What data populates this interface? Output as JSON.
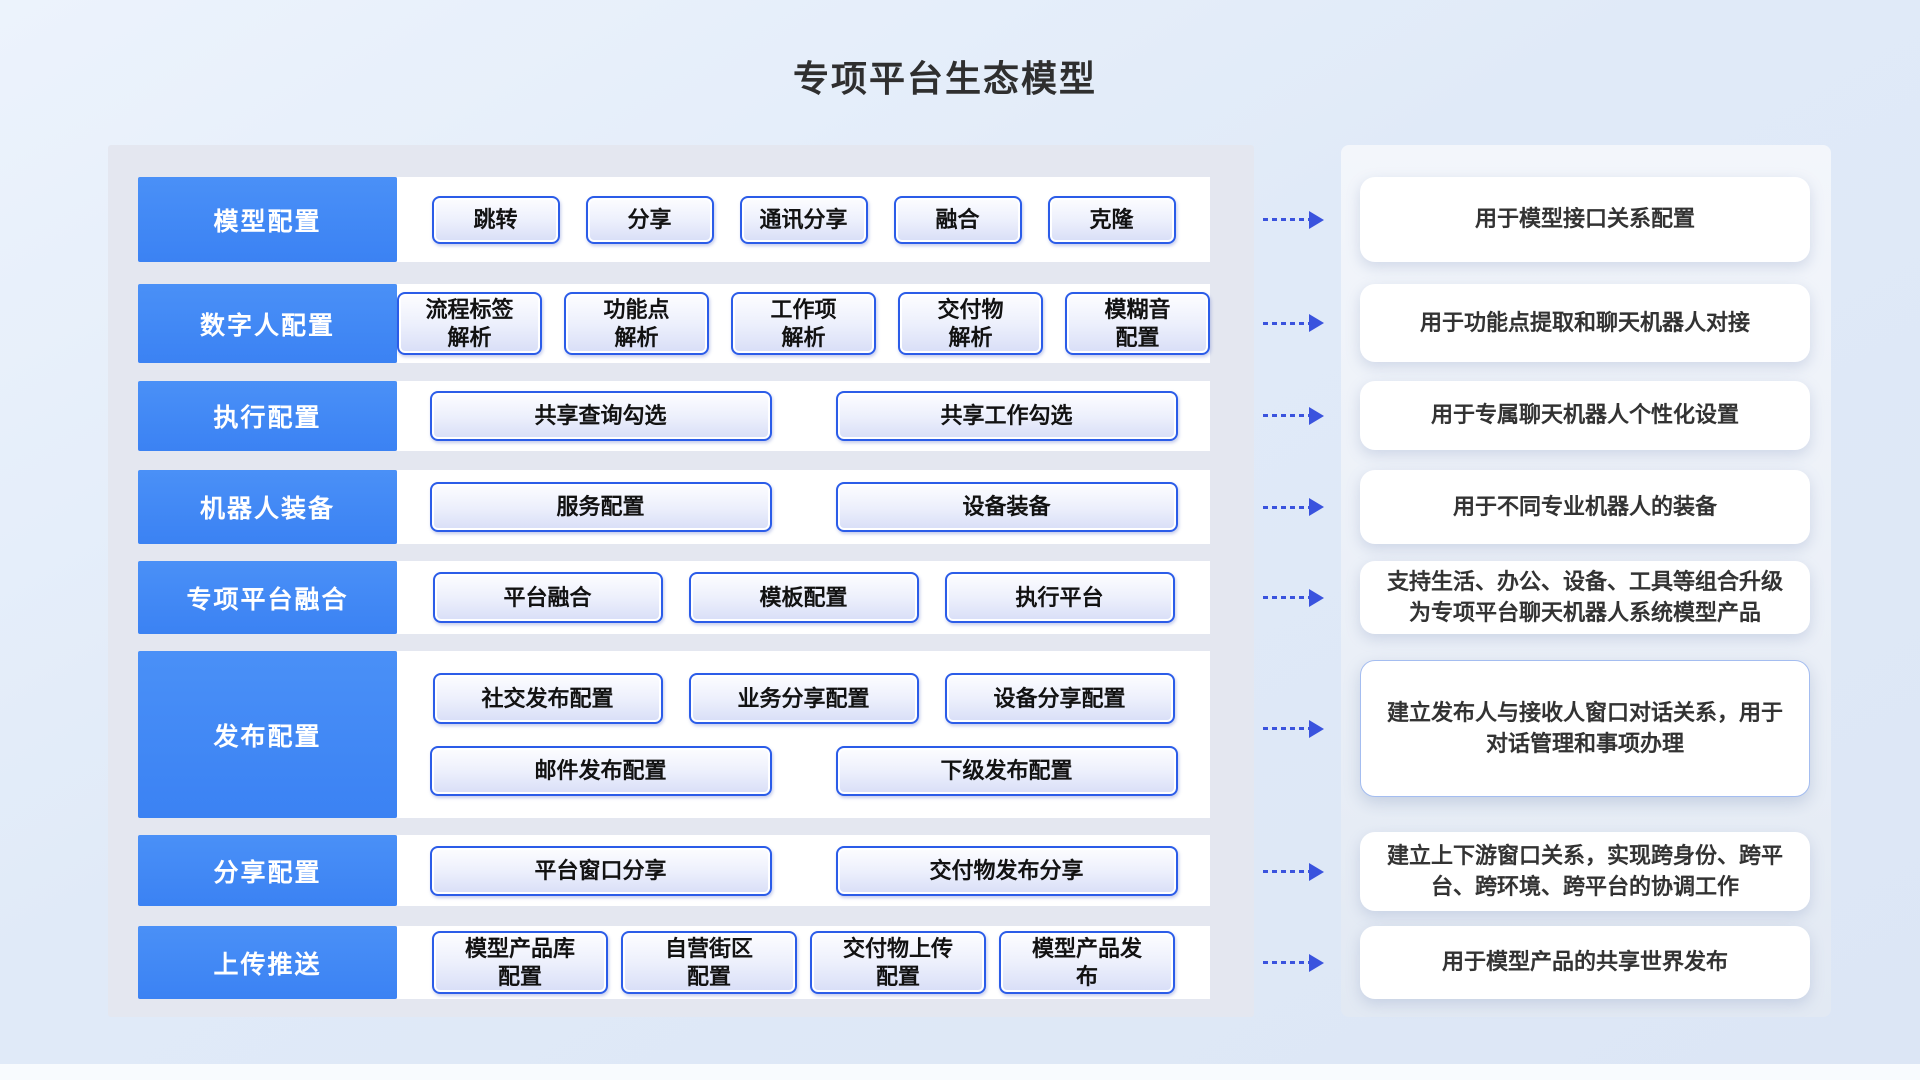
{
  "title": "专项平台生态模型",
  "colors": {
    "accent_blue": "#3b82f3",
    "button_border_blue": "#2b5ce8",
    "arrow_blue": "#3a53de",
    "panel_gray": "#e4e7f0"
  },
  "rows": [
    {
      "label": "模型配置",
      "lines": [
        [
          "跳转",
          "分享",
          "通讯分享",
          "融合",
          "克隆"
        ]
      ],
      "description": "用于模型接口关系配置"
    },
    {
      "label": "数字人配置",
      "lines": [
        [
          "流程标签\n解析",
          "功能点\n解析",
          "工作项\n解析",
          "交付物\n解析",
          "模糊音\n配置"
        ]
      ],
      "description": "用于功能点提取和聊天机器人对接"
    },
    {
      "label": "执行配置",
      "lines": [
        [
          "共享查询勾选",
          "共享工作勾选"
        ]
      ],
      "description": "用于专属聊天机器人个性化设置"
    },
    {
      "label": "机器人装备",
      "lines": [
        [
          "服务配置",
          "设备装备"
        ]
      ],
      "description": "用于不同专业机器人的装备"
    },
    {
      "label": "专项平台融合",
      "lines": [
        [
          "平台融合",
          "模板配置",
          "执行平台"
        ]
      ],
      "description": "支持生活、办公、设备、工具等组合升级为专项平台聊天机器人系统模型产品"
    },
    {
      "label": "发布配置",
      "lines": [
        [
          "社交发布配置",
          "业务分享配置",
          "设备分享配置"
        ],
        [
          "邮件发布配置",
          "下级发布配置"
        ]
      ],
      "description": "建立发布人与接收人窗口对话关系，用于对话管理和事项办理"
    },
    {
      "label": "分享配置",
      "lines": [
        [
          "平台窗口分享",
          "交付物发布分享"
        ]
      ],
      "description": "建立上下游窗口关系，实现跨身份、跨平台、跨环境、跨平台的协调工作"
    },
    {
      "label": "上传推送",
      "lines": [
        [
          "模型产品库\n配置",
          "自营街区\n配置",
          "交付物上传\n配置",
          "模型产品发\n布"
        ]
      ],
      "description": "用于模型产品的共享世界发布"
    }
  ]
}
